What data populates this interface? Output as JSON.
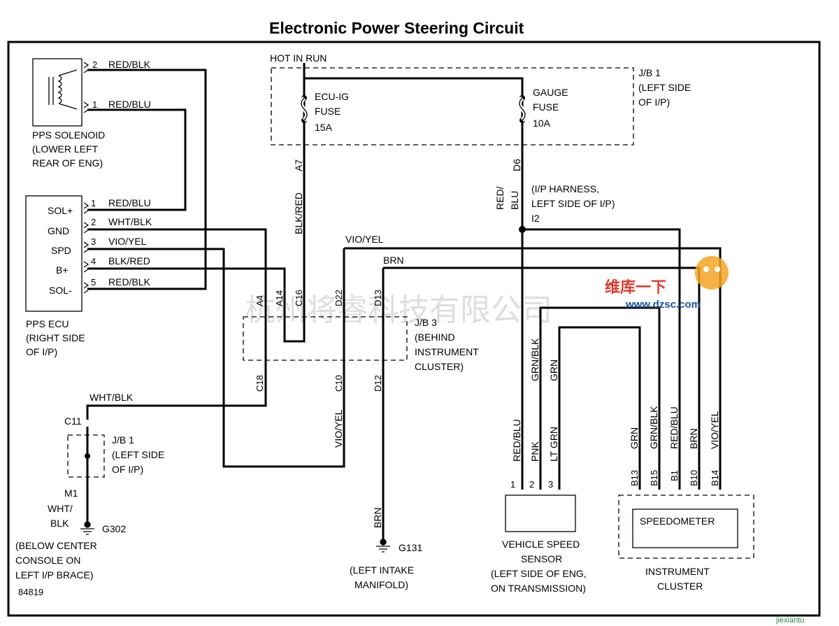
{
  "title": "Electronic Power Steering Circuit",
  "diagram_id": "84819",
  "watermark": "杭州将睿科技有限公司",
  "site_badge": {
    "line1": "维库一下",
    "url": "www.dzsc.com",
    "corner": "jiexiantu"
  },
  "components": {
    "solenoid": {
      "name": "PPS SOLENOID",
      "loc1": "(LOWER LEFT",
      "loc2": "REAR OF ENG)"
    },
    "ecu": {
      "name": "PPS ECU",
      "loc1": "(RIGHT SIDE",
      "loc2": "OF I/P)",
      "pins": [
        "SOL+",
        "GND",
        "SPD",
        "B+",
        "SOL-"
      ]
    },
    "jb1_top": {
      "name": "J/B 1",
      "loc1": "(LEFT SIDE",
      "loc2": "OF I/P)"
    },
    "jb1_left": {
      "name": "J/B 1",
      "loc1": "(LEFT SIDE",
      "loc2": "OF I/P)"
    },
    "jb3": {
      "name": "J/B 3",
      "loc1": "(BEHIND",
      "loc2": "INSTRUMENT",
      "loc3": "CLUSTER)"
    },
    "hot_in_run": "HOT IN RUN",
    "fuse1": {
      "l1": "ECU-IG",
      "l2": "FUSE",
      "l3": "15A"
    },
    "fuse2": {
      "l1": "GAUGE",
      "l2": "FUSE",
      "l3": "10A"
    },
    "ip_harness": {
      "l1": "(I/P HARNESS,",
      "l2": "LEFT SIDE OF I/P)",
      "pin": "I2"
    },
    "vss": {
      "l1": "VEHICLE SPEED",
      "l2": "SENSOR",
      "l3": "(LEFT SIDE OF ENG,",
      "l4": "ON TRANSMISSION)"
    },
    "cluster": {
      "inner": "SPEEDOMETER",
      "l1": "INSTRUMENT",
      "l2": "CLUSTER"
    },
    "g302": {
      "name": "G302",
      "l1": "(BELOW CENTER",
      "l2": "CONSOLE ON",
      "l3": "LEFT I/P BRACE)"
    },
    "g131": {
      "name": "G131",
      "l1": "(LEFT INTAKE",
      "l2": "MANIFOLD)"
    }
  },
  "wires": {
    "sol_2": "RED/BLK",
    "sol_1": "RED/BLU",
    "ecu_1": "RED/BLU",
    "ecu_2": "WHT/BLK",
    "ecu_3": "VIO/YEL",
    "ecu_4": "BLK/RED",
    "ecu_5": "RED/BLK",
    "blkred": "BLK/RED",
    "redblu_v1": "RED/",
    "redblu_v2": "BLU",
    "vioyel_h": "VIO/YEL",
    "brn_h": "BRN",
    "whtblk_h": "WHT/BLK",
    "vioyel_v": "VIO/YEL",
    "brn_g": "BRN",
    "m1_1": "WHT/",
    "m1_2": "BLK",
    "grnblk": "GRN/BLK",
    "grn": "GRN",
    "vss_redblu": "RED/BLU",
    "vss_pnk": "PNK",
    "vss_ltgrn": "LT GRN",
    "cl_grn": "GRN",
    "cl_grnblk": "GRN/BLK",
    "cl_redblu": "RED/BLU",
    "cl_brn": "BRN",
    "cl_vioyel": "VIO/YEL"
  },
  "pin_numbers": {
    "sol": [
      "2",
      "1"
    ],
    "ecu": [
      "1",
      "2",
      "3",
      "4",
      "5"
    ],
    "vss": [
      "1",
      "2",
      "3"
    ]
  },
  "connectors": {
    "a7": "A7",
    "d6": "D6",
    "a4": "A4",
    "a14": "A14",
    "c16": "C16",
    "d22": "D22",
    "d13": "D13",
    "c18": "C18",
    "c10": "C10",
    "d12": "D12",
    "c11": "C11",
    "m1": "M1",
    "b13": "B13",
    "b15": "B15",
    "b1": "B1",
    "b10": "B10",
    "b14": "B14"
  }
}
